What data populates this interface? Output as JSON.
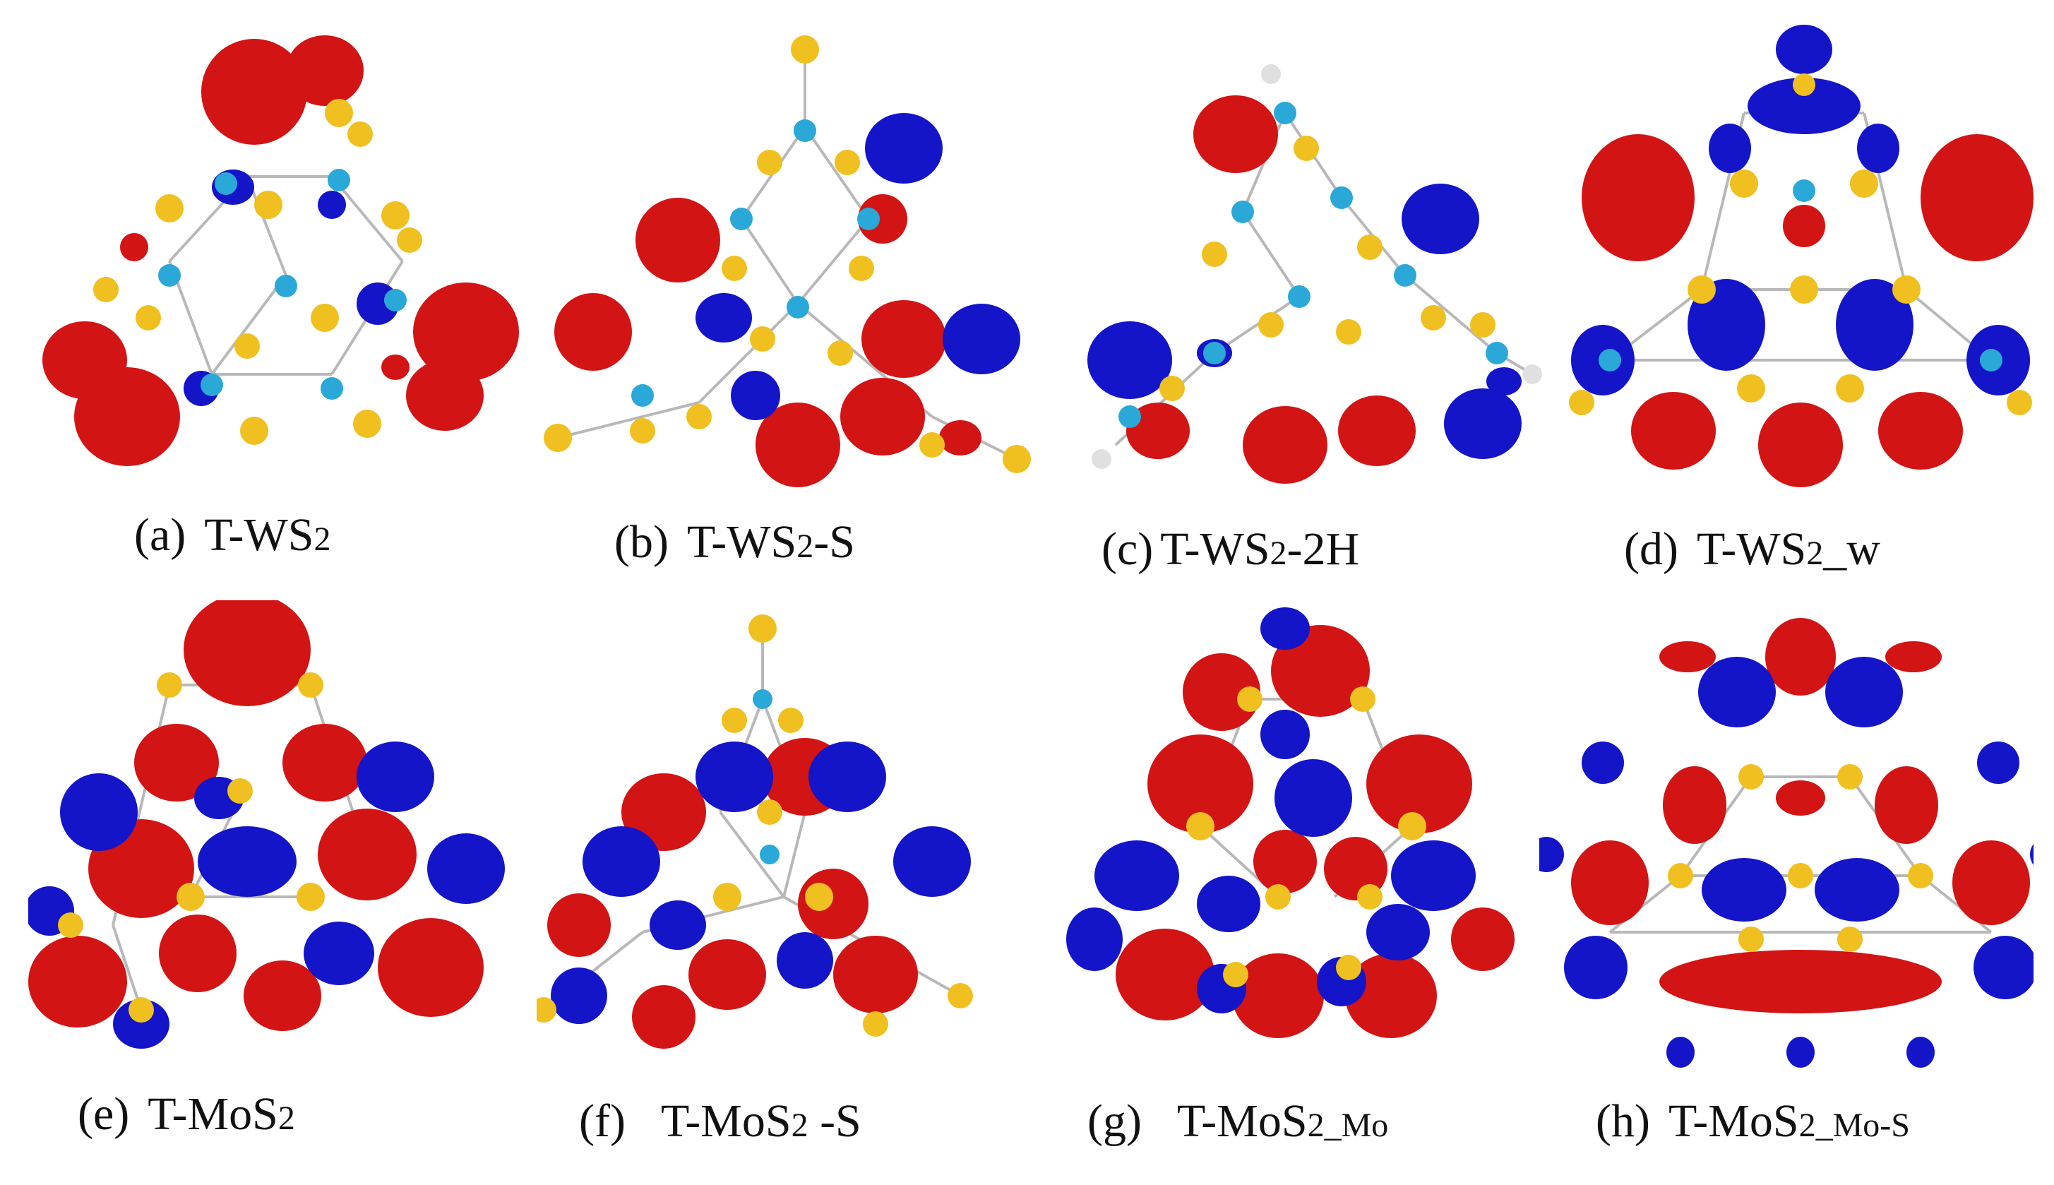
{
  "colors": {
    "lobe_positive": "#d21414",
    "lobe_negative": "#1414c8",
    "sulfur": "#f0c020",
    "metal": "#2aa8d8",
    "hydrogen": "#e0e0e0",
    "bond": "#b8b8b8"
  },
  "panels": [
    {
      "letter": "(a)",
      "name": "T-WS",
      "sub": "2",
      "suffix": ""
    },
    {
      "letter": "(b)",
      "name": "T-WS",
      "sub": "2",
      "suffix": "-S"
    },
    {
      "letter": "(c)",
      "name": "T-WS",
      "sub": "2",
      "suffix": "-2H"
    },
    {
      "letter": "(d)",
      "name": "T-WS",
      "sub": "2",
      "suffix": "_w"
    },
    {
      "letter": "(e)",
      "name": "T-MoS",
      "sub": "2",
      "suffix": ""
    },
    {
      "letter": "(f)",
      "name": "T-MoS",
      "sub": "2",
      "suffix": " -S"
    },
    {
      "letter": "(g)",
      "name": "T-MoS",
      "sub": "2_Mo",
      "suffix": ""
    },
    {
      "letter": "(h)",
      "name": "T-MoS",
      "sub": "2_Mo-S",
      "suffix": ""
    }
  ]
}
